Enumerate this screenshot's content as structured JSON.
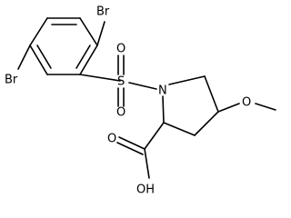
{
  "atoms": {
    "br_top": "Br",
    "br_left": "Br",
    "sulfonyl_o_top": "O",
    "sulfur": "S",
    "sulfonyl_o_bottom": "O",
    "nitrogen": "N",
    "methoxy_o": "O",
    "carbonyl_o": "O",
    "hydroxyl": "OH"
  }
}
